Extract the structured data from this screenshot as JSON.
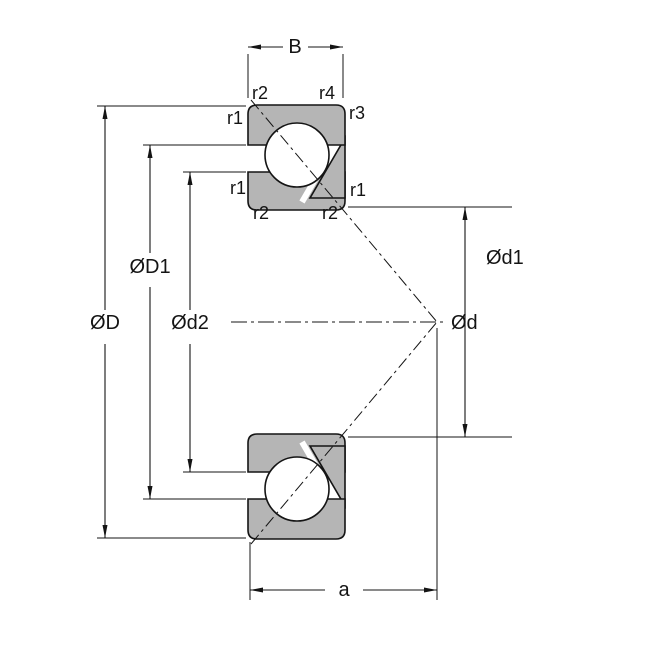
{
  "diagram": {
    "subject": "Angular contact ball bearing cross-section drawing",
    "colors": {
      "line": "#141414",
      "ring_fill": "#b5b5b5",
      "ball_fill": "#ffffff",
      "background": "#ffffff"
    },
    "dimensions": {
      "width": "B",
      "outer_diameter": "ØD",
      "outer_shoulder_diameter": "ØD1",
      "inner_shoulder_diameter": "Ød2",
      "inner_diameter_1": "Ød1",
      "bore": "Ød",
      "load_center_distance": "a"
    },
    "fillets": {
      "r1": "r1",
      "r2": "r2",
      "r3": "r3",
      "r4": "r4"
    }
  }
}
